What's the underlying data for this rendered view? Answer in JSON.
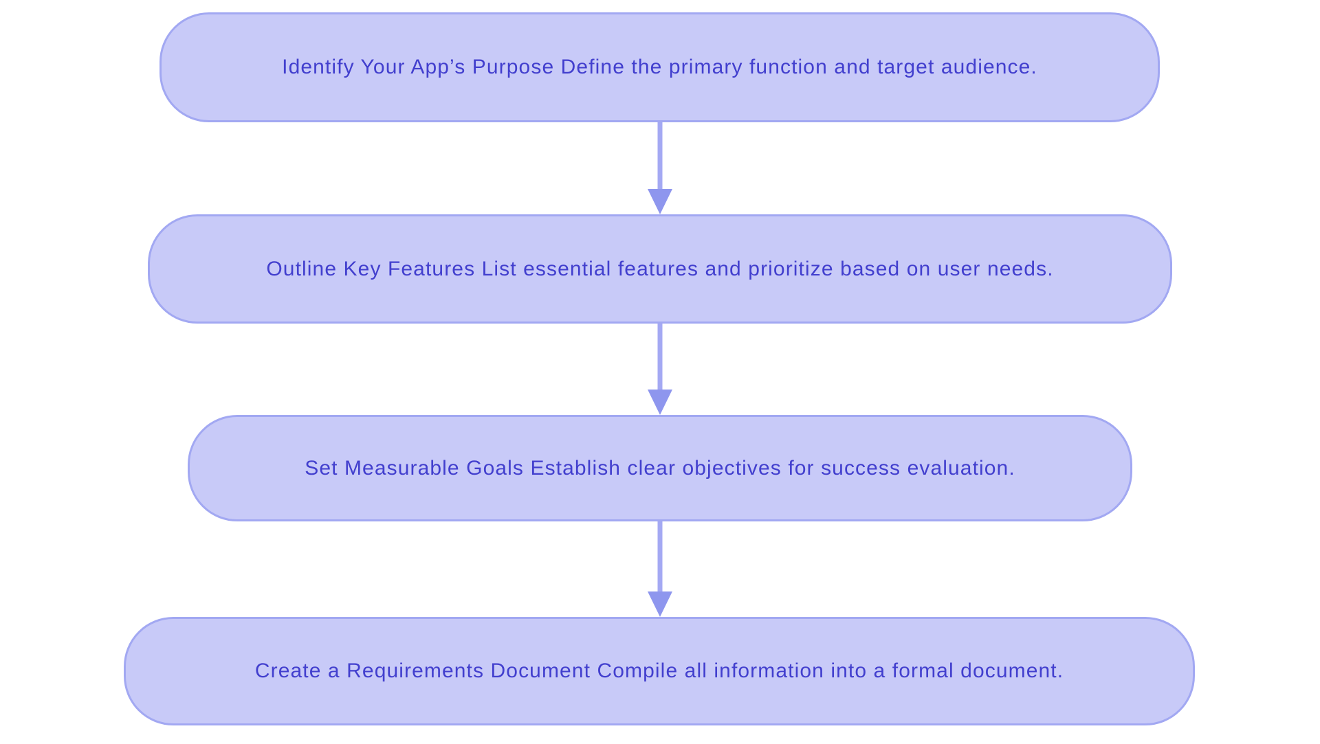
{
  "flowchart": {
    "colors": {
      "page_bg": "#ffffff",
      "node_fill": "#c8caf8",
      "node_border": "#a2a8f2",
      "text_color": "#423fce",
      "arrow_line": "#a4a9f3",
      "arrow_head": "#8e96ee"
    },
    "steps": [
      {
        "label": "Identify Your App’s Purpose Define the primary function and target audience."
      },
      {
        "label": "Outline Key Features List essential features and prioritize based on user needs."
      },
      {
        "label": "Set Measurable Goals Establish clear objectives for success evaluation."
      },
      {
        "label": "Create a Requirements Document Compile all information into a formal document."
      }
    ]
  }
}
